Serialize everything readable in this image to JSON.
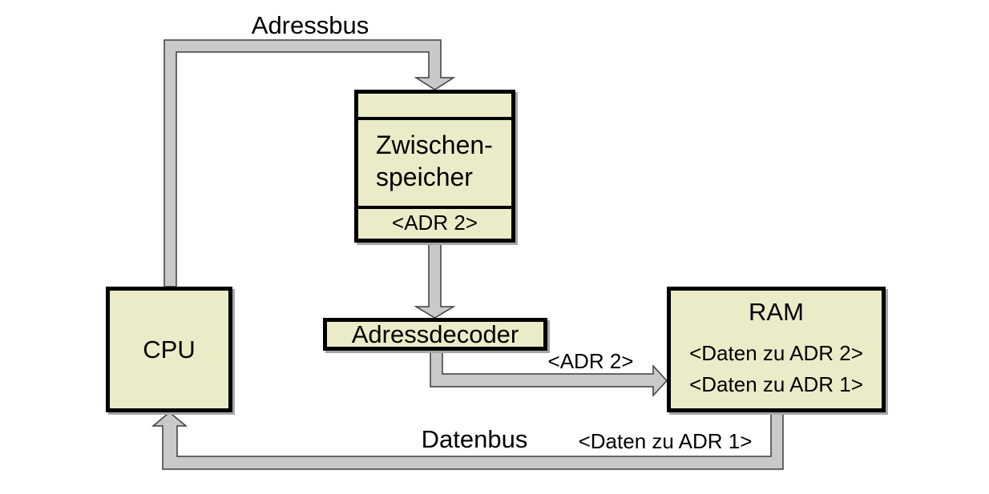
{
  "diagram": {
    "boxes": {
      "cpu": {
        "label": "CPU"
      },
      "buffer": {
        "lines": [
          "Zwischen-",
          "speicher"
        ],
        "slot_label": "<ADR 2>"
      },
      "decoder": {
        "label": "Adressdecoder"
      },
      "ram": {
        "title": "RAM",
        "entries": [
          "<Daten zu ADR 2>",
          "<Daten zu ADR 1>"
        ]
      }
    },
    "bus_labels": {
      "adressbus": "Adressbus",
      "datenbus": "Datenbus",
      "adr2_on_bus": "<ADR 2>",
      "daten_adr1_on_bus": "<Daten zu ADR 1>"
    },
    "colors": {
      "background": "#ffffff",
      "box_fill": "#ebebc8",
      "box_border": "#000000",
      "bus_fill": "#c9c9c9",
      "bus_outline": "#3d3d3d",
      "shadow": "#a6a6a6"
    }
  }
}
